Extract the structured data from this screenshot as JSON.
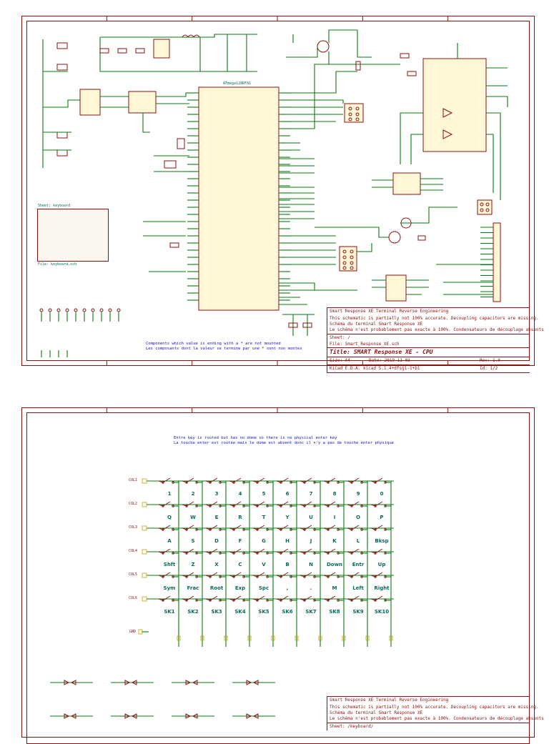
{
  "sheet1": {
    "chip_name": "ATmega128RFA1",
    "sub_sheet_title": "Sheet: keyboard",
    "sub_sheet_file": "File: keyboard.sch",
    "notes": {
      "components_en": "Components which value is ending with a * are not mounted",
      "components_fr": "Les composants dont la valeur se termine par une * sont non montes"
    },
    "title_block": {
      "line1": "Smart Response XE Terminal Reverse Engineering",
      "line2": "This schematic is partially not 100% accurate. Decoupling capacitors are missing.",
      "line3": "Schéma du terminal Smart Response XE",
      "line4": "Le schéma n'est probablement pas exacte à 100%. Condensateurs de découplage absents",
      "sheet": "Sheet: /",
      "file": "File: Smart_Response_XE.sch",
      "title": "Title: SMART Response XE - CPU",
      "size": "Size: A4",
      "date": "Date: 2019-11-03",
      "rev": "Rev: 1.0",
      "kicad": "KiCad E.D.A.  kicad 5.1.4+dfsg1-1+b1",
      "id": "Id: 1/2"
    }
  },
  "sheet2": {
    "note_en": "Entre key is routed but has no dome so there is no physical enter key",
    "note_fr": "La touche enter est routée mais le dome est absent donc il n'y a pas de touche enter physique",
    "rows": [
      "COL1",
      "COL2",
      "COL3",
      "COL4",
      "COL5",
      "COL6"
    ],
    "gnd_label": "GND",
    "keys": [
      [
        "1",
        "2",
        "3",
        "4",
        "5",
        "6",
        "7",
        "8",
        "9",
        "0"
      ],
      [
        "Q",
        "W",
        "E",
        "R",
        "T",
        "Y",
        "U",
        "I",
        "O",
        "P"
      ],
      [
        "A",
        "S",
        "D",
        "F",
        "G",
        "H",
        "J",
        "K",
        "L",
        "Bksp"
      ],
      [
        "Shft",
        "Z",
        "X",
        "C",
        "V",
        "B",
        "N",
        "Down",
        "Entr",
        "Up"
      ],
      [
        "Sym",
        "Frac",
        "Root",
        "Exp",
        "Spc",
        ",",
        ".",
        "M",
        "Left",
        "Right"
      ],
      [
        "SK1",
        "SK2",
        "SK3",
        "SK4",
        "SK5",
        "SK6",
        "SK7",
        "SK8",
        "SK9",
        "SK10"
      ]
    ],
    "title_block": {
      "line1": "Smart Response XE Terminal Reverse Engineering",
      "line2": "This schematic is partially not 100% accurate. Decoupling capacitors are missing.",
      "line3": "Schéma du terminal Smart Response XE",
      "line4": "Le schéma n'est probablement pas exacte à 100%. Condensateurs de découplage absents",
      "sheet": "Sheet: /keyboard/"
    }
  }
}
